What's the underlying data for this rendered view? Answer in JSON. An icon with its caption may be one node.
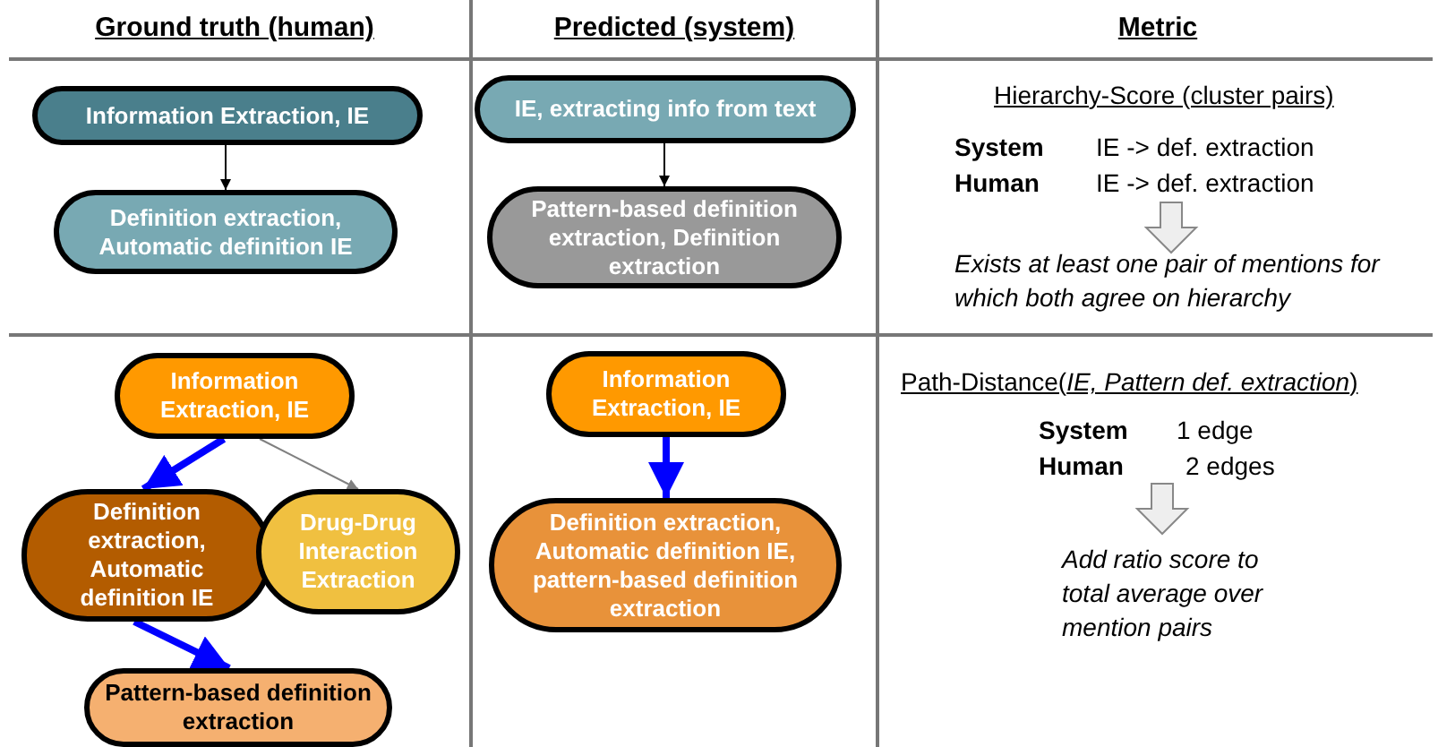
{
  "diagram": {
    "nodes": [
      {
        "text": [
          "Information Extraction, IE"
        ]
      },
      {
        "text": [
          "Definition extraction, Automatic definition IE"
        ]
      },
      {
        "text": [
          "IE, extracting info from text"
        ]
      },
      {
        "text": [
          "Pattern-based definition extraction, Definition extraction"
        ]
      },
      {
        "text": [
          "Information Extraction, IE"
        ]
      },
      {
        "text": [
          "Definition extraction, Automatic definition IE"
        ]
      },
      {
        "text": [
          "Drug-Drug Interaction Extraction"
        ]
      },
      {
        "text": [
          "Pattern-based definition extraction"
        ]
      },
      {
        "text": [
          "Information Extraction, IE"
        ]
      },
      {
        "text": [
          "Definition extraction, Automatic definition IE, pattern-based definition extraction"
        ]
      }
    ],
    "edges": [
      {
        "from": 0,
        "to": 1,
        "arrow": "to",
        "color": "#000000"
      },
      {
        "from": 2,
        "to": 3,
        "arrow": "to",
        "color": "#000000"
      },
      {
        "from": 4,
        "to": 5,
        "arrow": "to",
        "style": "thick",
        "color": "#0000ff"
      },
      {
        "from": 4,
        "to": 6,
        "arrow": "to",
        "color": "#808080"
      },
      {
        "from": 5,
        "to": 7,
        "arrow": "to",
        "style": "thick",
        "color": "#0000ff"
      },
      {
        "from": 8,
        "to": 9,
        "arrow": "to",
        "style": "thick",
        "color": "#0000ff"
      }
    ],
    "labels": [
      "Ground truth (human)",
      "Predicted (system)",
      "Metric",
      "Hierarchy-Score (cluster pairs)",
      "System",
      "IE -> def. extraction",
      "Human",
      "IE -> def. extraction",
      "Exists at least one pair of mentions for which both agree on hierarchy",
      "Path-Distance(*IE, Pattern def. extraction*)",
      "System",
      "1 edge",
      "Human",
      "2 edges",
      "Add ratio score to total average over mention pairs"
    ]
  }
}
